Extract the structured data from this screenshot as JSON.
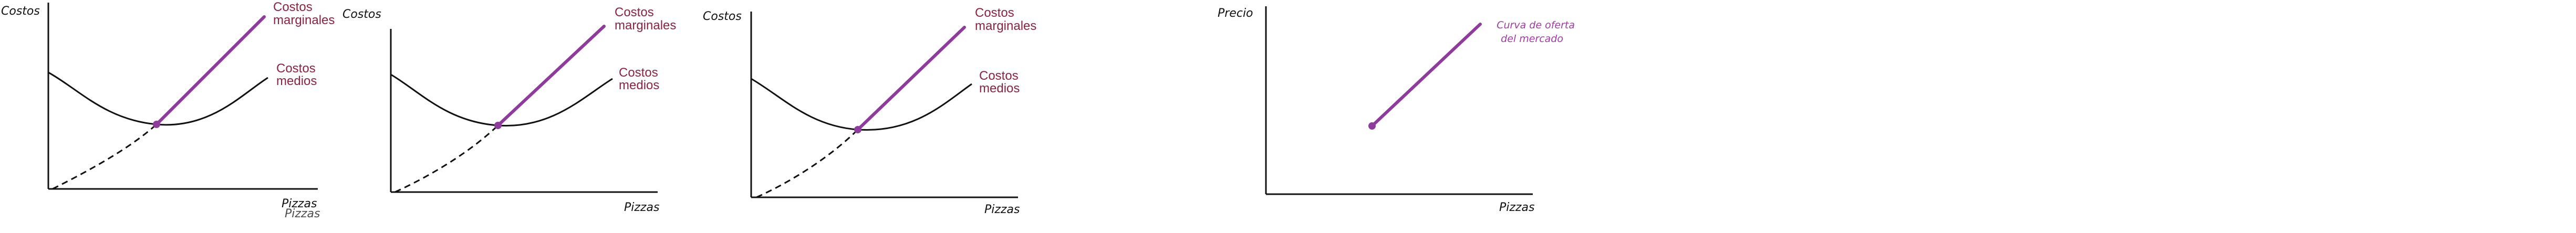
{
  "colors": {
    "accent": "#8e3b9d",
    "label": "#8c2340",
    "oferta_label": "#a23aa6",
    "ink": "#111111"
  },
  "panels": [
    {
      "y_label": "Costos",
      "x_label": "Pizzas",
      "x_label_ghost": "Pizzas",
      "marginal_label": [
        "Costos",
        "marginales"
      ],
      "medio_label": [
        "Costos",
        "medios"
      ]
    },
    {
      "y_label": "Costos",
      "x_label": "Pizzas",
      "marginal_label": [
        "Costos",
        "marginales"
      ],
      "medio_label": [
        "Costos",
        "medios"
      ]
    },
    {
      "y_label": "Costos",
      "x_label": "Pizzas",
      "marginal_label": [
        "Costos",
        "marginales"
      ],
      "medio_label": [
        "Costos",
        "medios"
      ]
    }
  ],
  "market": {
    "y_label": "Precio",
    "x_label": "Pizzas",
    "supply_label": [
      "Curva de oferta",
      "del mercado"
    ]
  }
}
